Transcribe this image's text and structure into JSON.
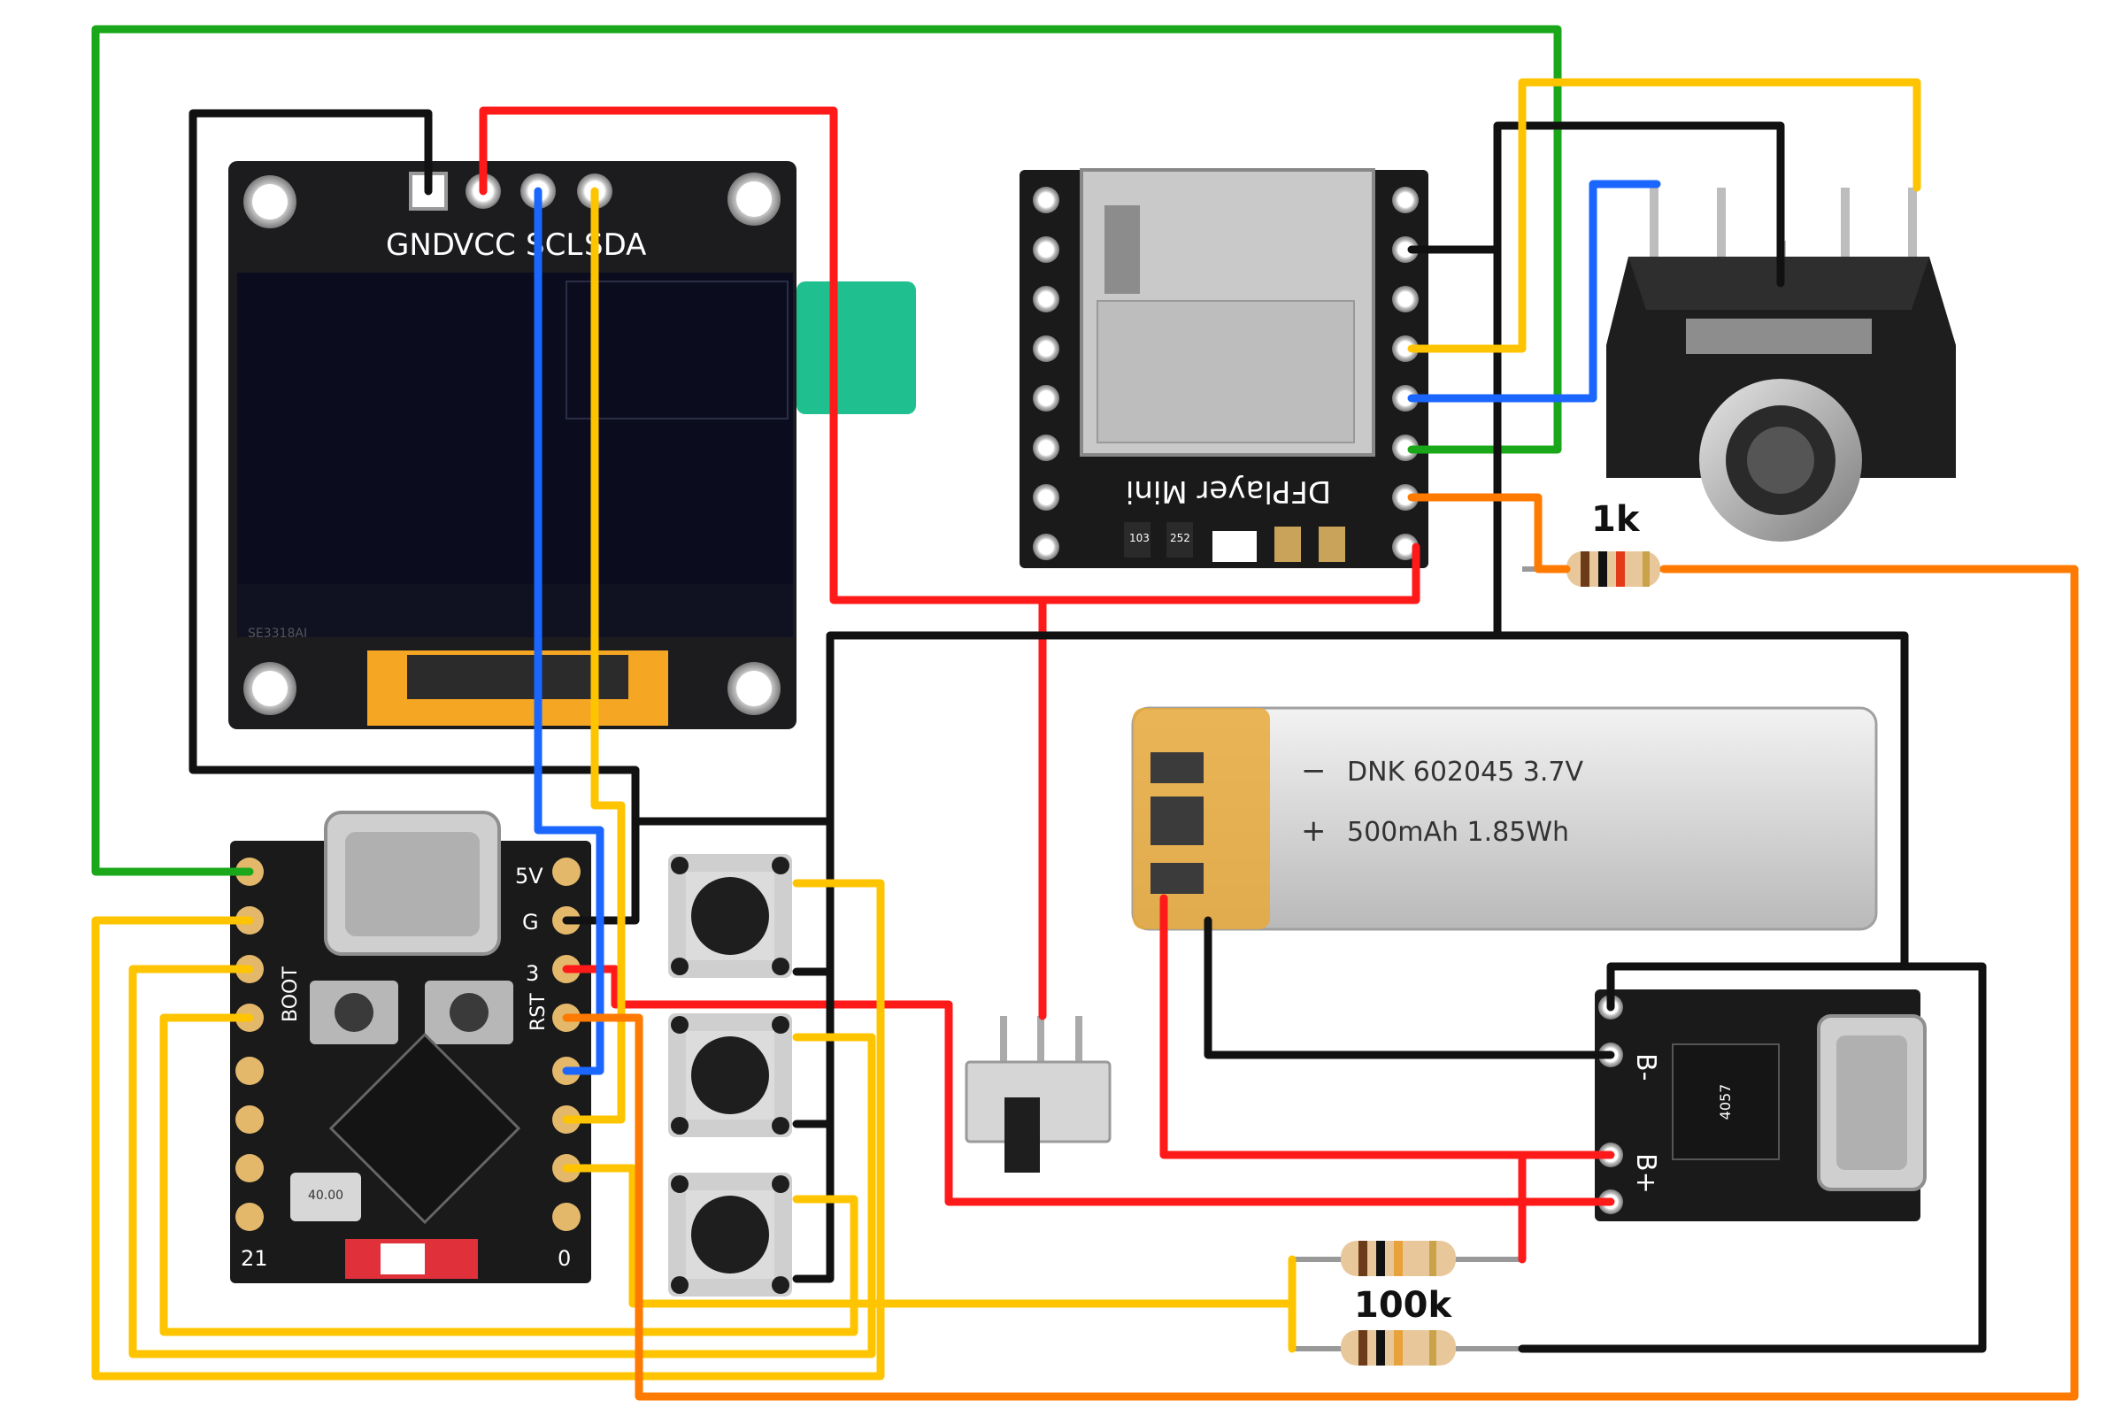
{
  "oled": {
    "pin_labels": [
      "GND",
      "VCC",
      "SCL",
      "SDA"
    ],
    "chip_text": "SE3318AI"
  },
  "dfplayer": {
    "label": "DFPlayer Mini",
    "chip_labels": [
      "103",
      "252"
    ]
  },
  "battery": {
    "line1": "DNK 602045 3.7V",
    "line2": "500mAh 1.85Wh",
    "minus_symbol": "−",
    "plus_symbol": "+"
  },
  "esp32": {
    "left_labels": [
      "BOOT",
      "21"
    ],
    "right_labels": [
      "5V",
      "G",
      "3",
      "RST",
      "0"
    ],
    "crystal_text": "40.00"
  },
  "charger": {
    "pin_labels": [
      "B-",
      "B+"
    ],
    "chip_text": "4057"
  },
  "resistors": {
    "r1_label": "1k",
    "r2_label": "100k"
  },
  "colors": {
    "vcc_wire": "#ff1a1a",
    "gnd_wire": "#111111",
    "scl_wire": "#1a66ff",
    "sda_wire": "#ffc400",
    "tx_wire": "#1aa81a",
    "audio_wire": "#ff7a00",
    "board": "#1a1a1a",
    "battery": "#d9d9d9"
  }
}
